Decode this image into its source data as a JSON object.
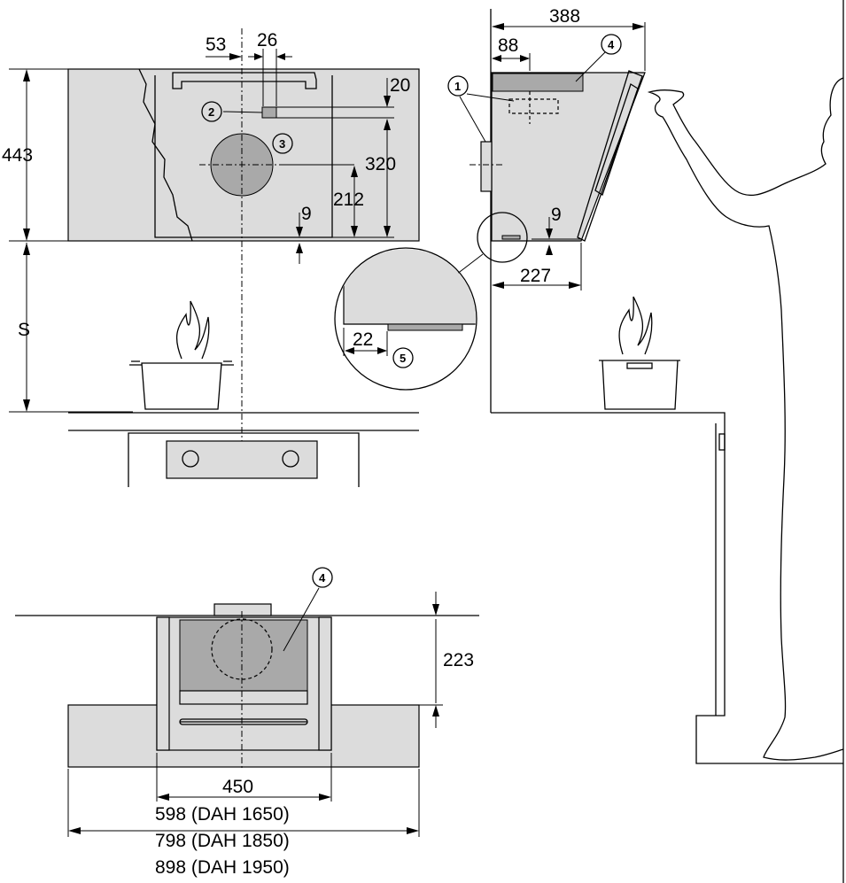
{
  "dimensions": {
    "hood_height": "443",
    "offset_53": "53",
    "offset_26": "26",
    "d20": "20",
    "d320": "320",
    "d212": "212",
    "d9_front": "9",
    "d9_side": "9",
    "distance_s": "S",
    "depth_388": "388",
    "depth_88": "88",
    "depth_227": "227",
    "detail_22": "22",
    "height_223": "223",
    "width_450": "450",
    "width_598": "598 (DAH 1650)",
    "width_798": "798 (DAH 1850)",
    "width_898": "898 (DAH 1950)"
  },
  "callouts": {
    "c1": "1",
    "c2": "2",
    "c3": "3",
    "c4_side": "4",
    "c4_top": "4",
    "c5": "5"
  },
  "colors": {
    "hood_fill": "#dcdcdc",
    "component_fill": "#a9a9a9"
  }
}
